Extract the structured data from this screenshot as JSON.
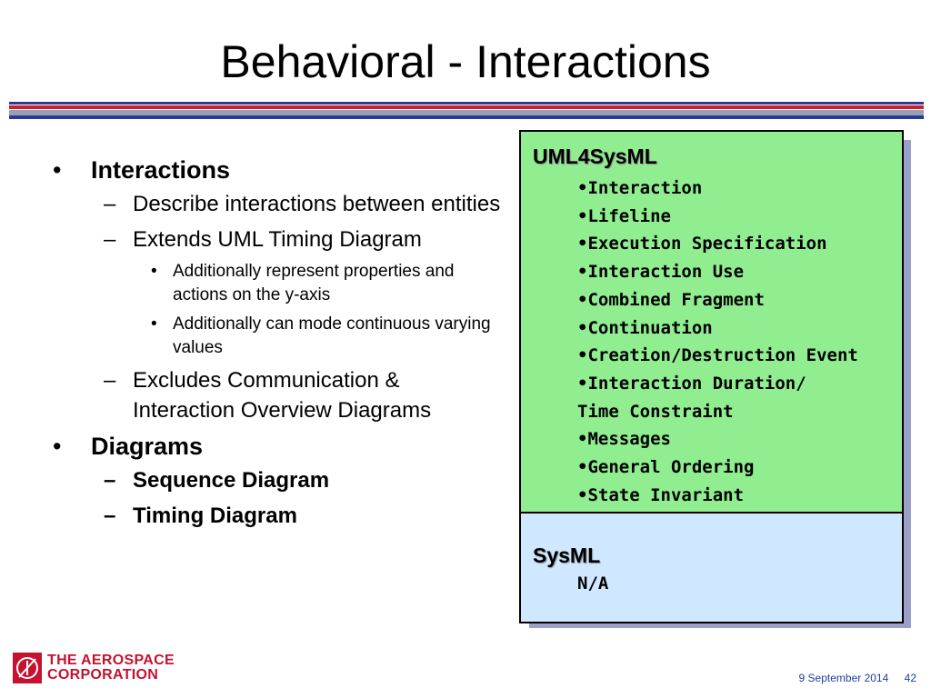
{
  "slide": {
    "title": "Behavioral - Interactions"
  },
  "left": {
    "bullet_mark": "•",
    "dash_mark": "–",
    "interactions_label": "Interactions",
    "describe": "Describe interactions between entities",
    "extends": "Extends UML Timing Diagram",
    "sub1": "Additionally represent properties and actions on the y-axis",
    "sub2": "Additionally can mode continuous varying values",
    "excludes": "Excludes Communication & Interaction Overview Diagrams",
    "diagrams_label": "Diagrams",
    "sequence": "Sequence Diagram",
    "timing": "Timing Diagram"
  },
  "box": {
    "uml_heading": "UML4SysML",
    "uml_items": [
      "•Interaction",
      "•Lifeline",
      "•Execution Specification",
      "•Interaction Use",
      "•Combined Fragment",
      "•Continuation",
      "•Creation/Destruction Event",
      "•Interaction Duration/",
      "Time Constraint",
      "•Messages",
      "•General Ordering",
      "•State Invariant"
    ],
    "sysml_heading": "SysML",
    "sysml_value": "N/A",
    "colors": {
      "uml_bg": "#90ee90",
      "sysml_bg": "#cfe8ff"
    }
  },
  "footer": {
    "logo_line1": "THE AEROSPACE",
    "logo_line2": "CORPORATION",
    "date": "9 September 2014",
    "page": "42",
    "brand_color": "#c41230"
  }
}
